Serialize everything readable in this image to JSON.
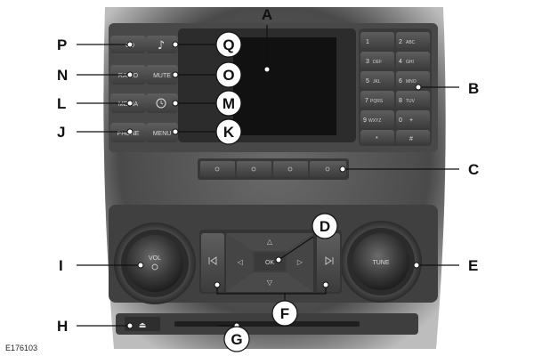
{
  "figure_code": "E176103",
  "callouts": {
    "A": "A",
    "B": "B",
    "C": "C",
    "D": "D",
    "E": "E",
    "F": "F",
    "G": "G",
    "H": "H",
    "I": "I",
    "J": "J",
    "K": "K",
    "L": "L",
    "M": "M",
    "N": "N",
    "O": "O",
    "P": "P",
    "Q": "Q"
  },
  "left_buttons": {
    "cd": "CD",
    "radio": "RADIO",
    "media": "MEDIA",
    "phone": "PHONE"
  },
  "mid_buttons": {
    "mute": "MUTE",
    "menu": "MENU"
  },
  "keypad": {
    "k1": "1",
    "k2": "2",
    "k2_sub": "ABC",
    "k3": "3",
    "k3_sub": "DEF",
    "k4": "4",
    "k4_sub": "GHI",
    "k5": "5",
    "k5_sub": "JKL",
    "k6": "6",
    "k6_sub": "MNO",
    "k7": "7",
    "k7_sub": "PQRS",
    "k8": "8",
    "k8_sub": "TUV",
    "k9": "9",
    "k9_sub": "WXYZ",
    "k0": "0",
    "k0_sub": "+",
    "star": "*",
    "hash": "#"
  },
  "knobs": {
    "volume_line1": "VOL",
    "tune": "TUNE"
  },
  "dpad": {
    "ok": "OK"
  }
}
